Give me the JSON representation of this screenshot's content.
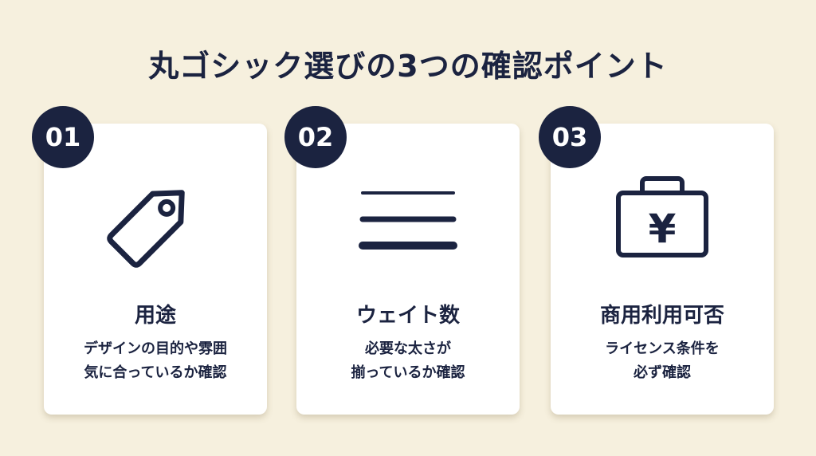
{
  "title": "丸ゴシック選びの3つの確認ポイント",
  "cards": [
    {
      "number": "01",
      "heading": "用途",
      "desc_line1": "デザインの目的や雰囲",
      "desc_line2": "気に合っているか確認",
      "icon": "tag-icon"
    },
    {
      "number": "02",
      "heading": "ウェイト数",
      "desc_line1": "必要な太さが",
      "desc_line2": "揃っているか確認",
      "icon": "lines-icon"
    },
    {
      "number": "03",
      "heading": "商用利用可否",
      "desc_line1": "ライセンス条件を",
      "desc_line2": "必ず確認",
      "icon": "yen-briefcase-icon"
    }
  ],
  "colors": {
    "background": "#f6f0de",
    "navy": "#1b2340",
    "card": "#ffffff"
  }
}
